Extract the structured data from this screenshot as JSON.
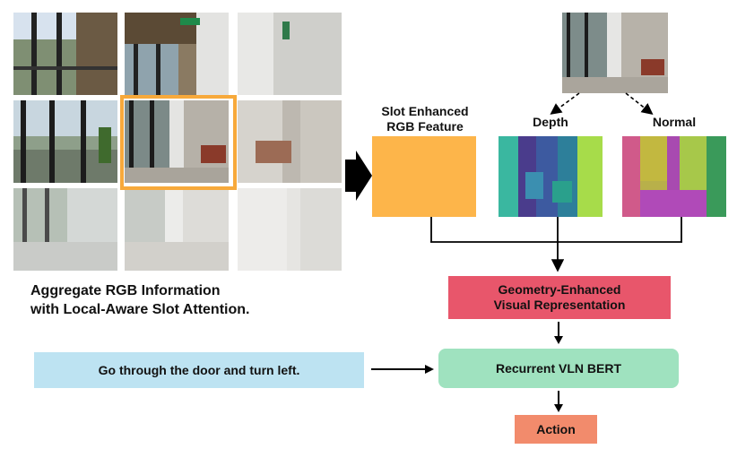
{
  "grid_caption": {
    "line1": "Aggregate RGB Information",
    "line2": "with Local-Aware Slot Attention."
  },
  "labels": {
    "slot_line1": "Slot Enhanced",
    "slot_line2": "RGB Feature",
    "depth": "Depth",
    "normal": "Normal"
  },
  "boxes": {
    "geometry_line1": "Geometry-Enhanced",
    "geometry_line2": "Visual Representation",
    "instruction": "Go through the door and turn left.",
    "recurrent": "Recurrent VLN BERT",
    "action": "Action"
  },
  "colors": {
    "slot_feature": "#FDB54A",
    "highlight": "#F7A93B",
    "geometry": "#E8566B",
    "instruction": "#BDE3F2",
    "recurrent": "#9FE2BF",
    "action": "#F28B6C"
  }
}
